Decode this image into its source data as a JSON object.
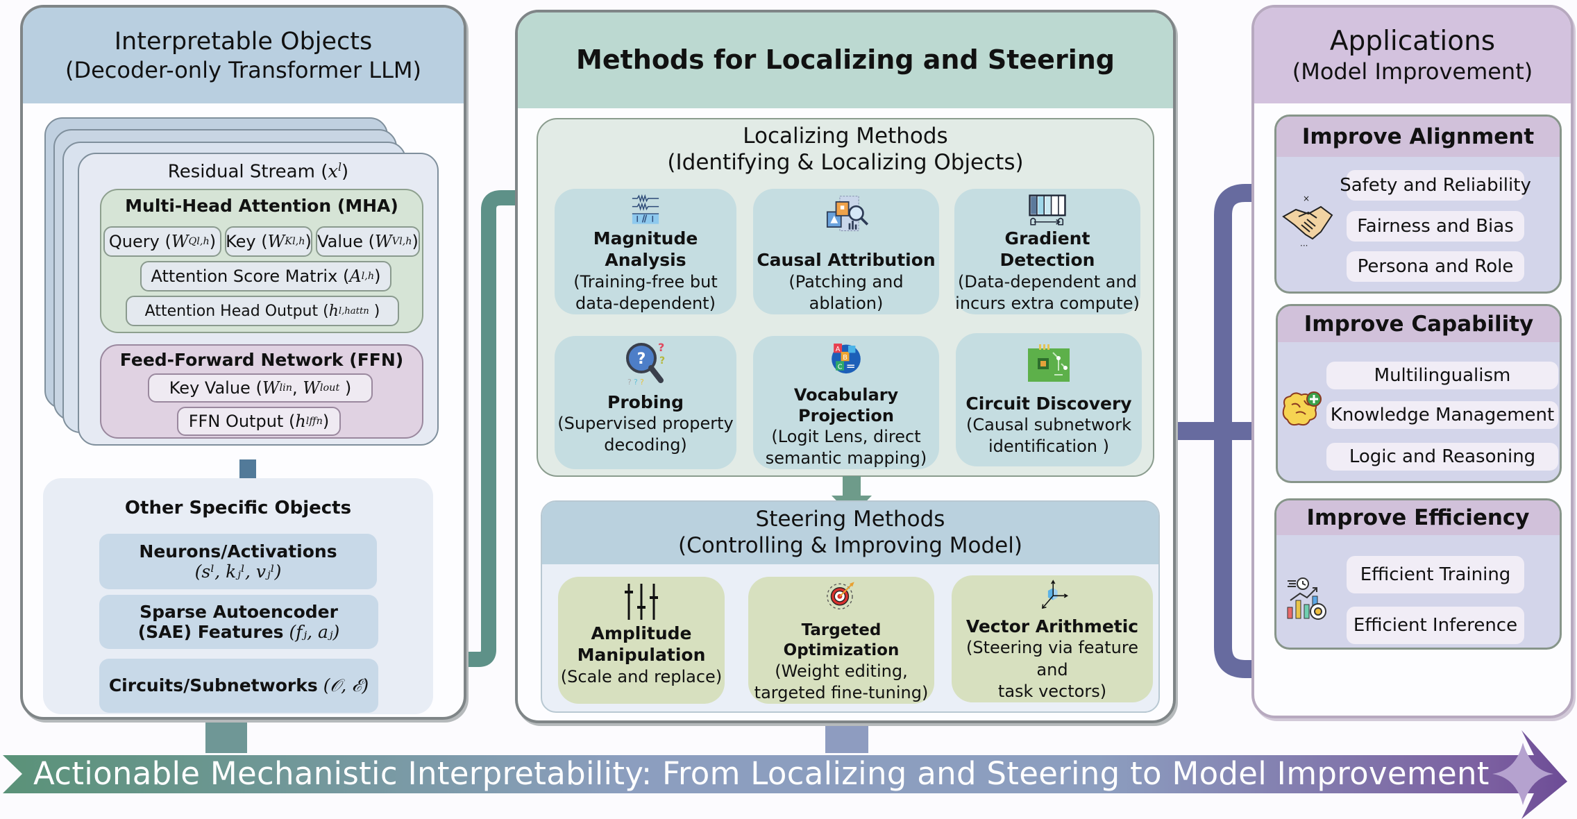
{
  "banner": {
    "text": "Actionable Mechanistic Interpretability: From Localizing and Steering to Model Improvement"
  },
  "left_panel": {
    "title": "Interpretable Objects",
    "subtitle": "(Decoder-only Transformer LLM)",
    "residual_stream": {
      "label": "Residual Stream",
      "math": "x",
      "math_sup": "l"
    },
    "mha": {
      "title": "Multi-Head Attention (MHA)",
      "query": {
        "label": "Query",
        "math": "W",
        "sub": "Q",
        "sup": "l,h"
      },
      "key": {
        "label": "Key",
        "math": "W",
        "sub": "K",
        "sup": "l,h"
      },
      "value": {
        "label": "Value",
        "math": "W",
        "sub": "V",
        "sup": "l,h"
      },
      "score_matrix": {
        "label": "Attention Score Matrix",
        "math": "A",
        "sup": "l,h"
      },
      "head_output": {
        "label": "Attention Head Output",
        "math": "h",
        "sub": "attn",
        "sup": "l,h"
      }
    },
    "ffn": {
      "title": "Feed-Forward Network (FFN)",
      "key_value": {
        "label": "Key Value",
        "math1": "W",
        "sub1": "in",
        "sup1": "l",
        "math2": "W",
        "sub2": "out",
        "sup2": "l"
      },
      "output": {
        "label": "FFN Output",
        "math": "h",
        "sub": "ffn",
        "sup": "l"
      }
    },
    "other": {
      "title": "Other Specific Objects",
      "items": [
        {
          "title": "Neurons/Activations",
          "math": "(sˡ, kⱼˡ, vⱼˡ)"
        },
        {
          "title": "Sparse Autoencoder",
          "title2": "(SAE) Features",
          "math": "(fⱼ, aⱼ)"
        },
        {
          "title": "Circuits/Subnetworks",
          "math": "(𝒪, ℰ)"
        }
      ]
    }
  },
  "middle_panel": {
    "title": "Methods for Localizing and Steering",
    "localizing": {
      "title": "Localizing Methods",
      "subtitle": "(Identifying & Localizing Objects)",
      "methods": [
        {
          "name": "Magnitude Analysis",
          "desc1": "(Training-free but",
          "desc2": "data-dependent)",
          "icon": "waveform-icon"
        },
        {
          "name": "Causal Attribution",
          "desc1": "(Patching and ablation)",
          "desc2": "",
          "icon": "analysis-magnifier-icon"
        },
        {
          "name": "Gradient Detection",
          "desc1": "(Data-dependent and",
          "desc2": "incurs extra compute)",
          "icon": "gradient-bar-icon"
        },
        {
          "name": "Probing",
          "desc1": "(Supervised property",
          "desc2": "decoding)",
          "icon": "question-magnifier-icon"
        },
        {
          "name": "Vocabulary Projection",
          "desc1": "(Logit Lens, direct",
          "desc2": "semantic mapping)",
          "icon": "abc-blocks-icon"
        },
        {
          "name": "Circuit Discovery",
          "desc1": "(Causal subnetwork",
          "desc2": "identification )",
          "icon": "circuit-board-icon"
        }
      ]
    },
    "steering": {
      "title": "Steering Methods",
      "subtitle": "(Controlling & Improving Model)",
      "methods": [
        {
          "name": "Amplitude",
          "name2": "Manipulation",
          "desc1": "(Scale and replace)",
          "desc2": "",
          "icon": "sliders-icon"
        },
        {
          "name": "Targeted Optimization",
          "name2": "",
          "desc1": "(Weight editing,",
          "desc2": "targeted  fine-tuning)",
          "icon": "target-gear-icon"
        },
        {
          "name": "Vector Arithmetic",
          "name2": "",
          "desc1": "(Steering via feature and",
          "desc2": "task vectors)",
          "icon": "vector-axes-icon"
        }
      ]
    }
  },
  "right_panel": {
    "title": "Applications",
    "subtitle": "(Model Improvement)",
    "groups": [
      {
        "title": "Improve Alignment",
        "icon": "handshake-icon",
        "items": [
          "Safety and Reliability",
          "Fairness and Bias",
          "Persona and Role"
        ]
      },
      {
        "title": "Improve Capability",
        "icon": "brain-plus-icon",
        "items": [
          "Multilingualism",
          "Knowledge Management",
          "Logic and Reasoning"
        ]
      },
      {
        "title": "Improve Efficiency",
        "icon": "efficiency-chart-icon",
        "items": [
          "Efficient Training",
          "Efficient Inference"
        ]
      }
    ]
  },
  "colors": {
    "left_header": "#b9cfe0",
    "middle_header": "#bcd9d1",
    "right_header": "#d3c2de",
    "teal_arrow": "#5e9188",
    "purple_arrow": "#676b9f",
    "mha_bg": "#d6e4d6",
    "ffn_bg": "#e0d2e2",
    "method_card": "#c5dde1",
    "steering_card": "#d7e0bf"
  }
}
